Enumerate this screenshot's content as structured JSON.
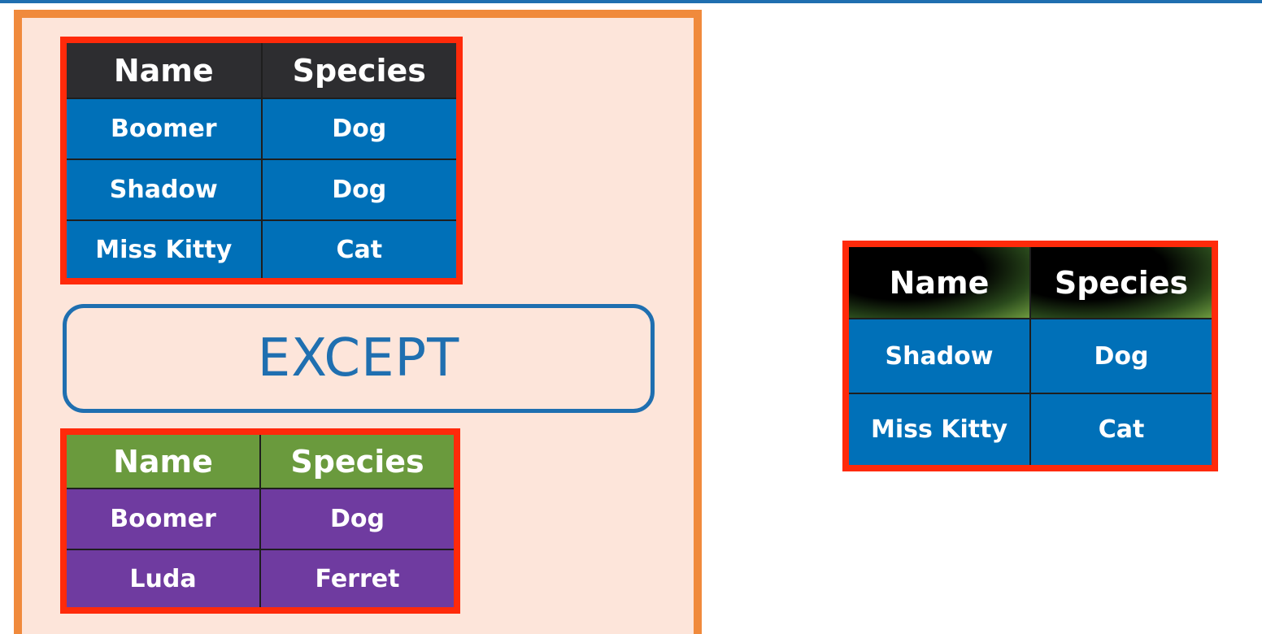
{
  "colors": {
    "top_bar": "#1f6fb0",
    "panel_bg": "#fde5da",
    "panel_border": "#f08a3c",
    "table_border": "#ff2a0a",
    "header_dark": "#2d2d30",
    "header_green": "#6a9a3d",
    "row_blue": "#0070b8",
    "row_purple": "#6f3ba0",
    "except_text": "#1f6fb0"
  },
  "operator": "EXCEPT",
  "table_a": {
    "headers": [
      "Name",
      "Species"
    ],
    "rows": [
      [
        "Boomer",
        "Dog"
      ],
      [
        "Shadow",
        "Dog"
      ],
      [
        "Miss Kitty",
        "Cat"
      ]
    ]
  },
  "table_b": {
    "headers": [
      "Name",
      "Species"
    ],
    "rows": [
      [
        "Boomer",
        "Dog"
      ],
      [
        "Luda",
        "Ferret"
      ]
    ]
  },
  "result": {
    "headers": [
      "Name",
      "Species"
    ],
    "rows": [
      [
        "Shadow",
        "Dog"
      ],
      [
        "Miss Kitty",
        "Cat"
      ]
    ]
  }
}
